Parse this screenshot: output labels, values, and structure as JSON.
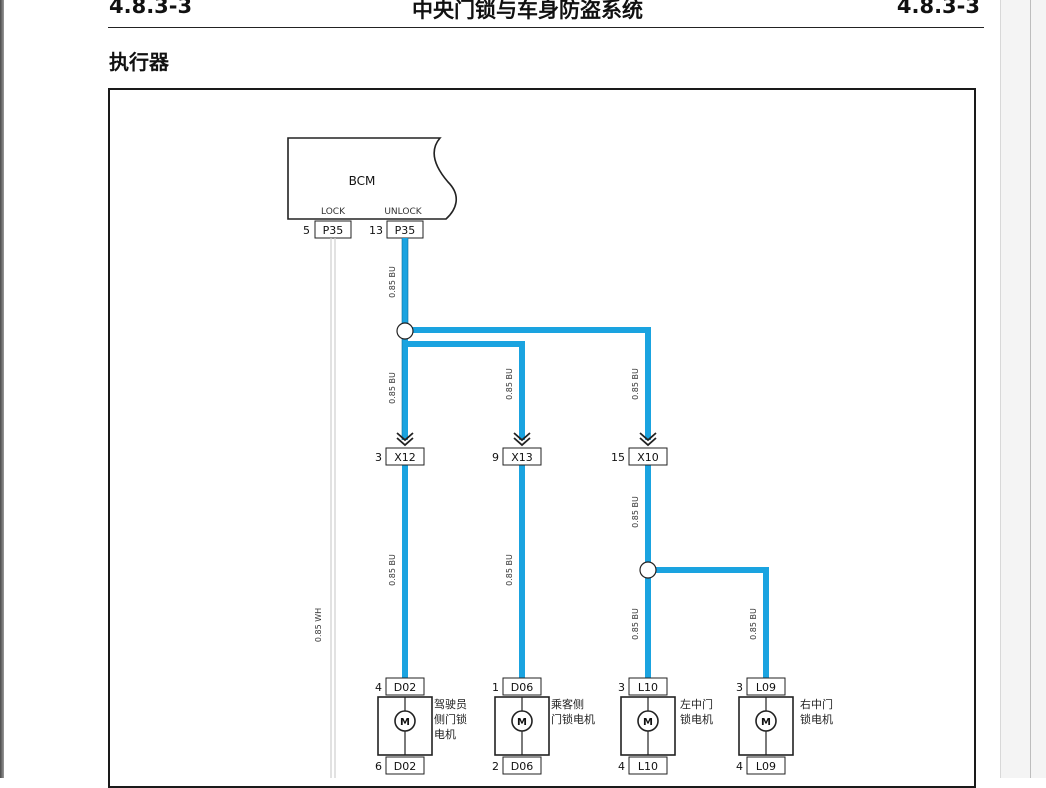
{
  "header": {
    "left_code": "4.8.3-3",
    "title": "中央门锁与车身防盗系统",
    "right_code": "4.8.3-3"
  },
  "section": {
    "title": "执行器"
  },
  "bcm": {
    "label": "BCM",
    "pins": [
      {
        "name": "LOCK",
        "pin": "5",
        "connector": "P35"
      },
      {
        "name": "UNLOCK",
        "pin": "13",
        "connector": "P35"
      }
    ]
  },
  "wires": {
    "unlock_main": "0.85 BU",
    "driver_branch": "0.85 BU",
    "passenger_branch": "0.85 BU",
    "rear_branch": "0.85 BU",
    "driver_lower": "0.85 BU",
    "passenger_lower": "0.85 BU",
    "rear_lower": "0.85 BU",
    "left_rear_lower": "0.85 BU",
    "right_rear_lower": "0.85 BU",
    "lock_line": "0.85 WH"
  },
  "inline_connectors": [
    {
      "pin": "3",
      "connector": "X12"
    },
    {
      "pin": "9",
      "connector": "X13"
    },
    {
      "pin": "15",
      "connector": "X10"
    }
  ],
  "motors": [
    {
      "top_pin": "4",
      "top_conn": "D02",
      "bottom_pin": "6",
      "bottom_conn": "D02",
      "label_lines": [
        "驾驶员",
        "侧门锁",
        "电机"
      ],
      "symbol": "M"
    },
    {
      "top_pin": "1",
      "top_conn": "D06",
      "bottom_pin": "2",
      "bottom_conn": "D06",
      "label_lines": [
        "乘客侧",
        "门锁电机"
      ],
      "symbol": "M"
    },
    {
      "top_pin": "3",
      "top_conn": "L10",
      "bottom_pin": "4",
      "bottom_conn": "L10",
      "label_lines": [
        "左中门",
        "锁电机"
      ],
      "symbol": "M"
    },
    {
      "top_pin": "3",
      "top_conn": "L09",
      "bottom_pin": "4",
      "bottom_conn": "L09",
      "label_lines": [
        "右中门",
        "锁电机"
      ],
      "symbol": "M"
    }
  ],
  "colors": {
    "wire_blue": "#1aa3e0",
    "wire_white": "#c8c8c8",
    "line": "#222222"
  }
}
